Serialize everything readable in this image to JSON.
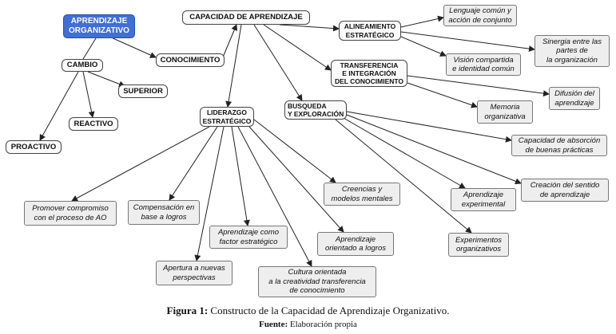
{
  "nodes": {
    "root": "APRENDIZAJE\nORGANIZATIVO",
    "capacidad": "CAPACIDAD DE APRENDIZAJE",
    "cambio": "CAMBIO",
    "superior": "SUPERIOR",
    "reactivo": "REACTIVO",
    "proactivo": "PROACTIVO",
    "conocimiento": "CONOCIMIENTO",
    "alineamiento": "ALINEAMIENTO\nESTRATÉGICO",
    "transferencia": "TRANSFERENCIA\nE INTEGRACIÓN\nDEL CONOCIMIENTO",
    "liderazgo": "LIDERAZGO\nESTRATÉGICO",
    "busqueda": "BUSQUEDA\nY EXPLORACIÓN",
    "lenguaje": "Lenguaje común y\nacción de conjunto",
    "sinergia": "Sinergia entre las\npartes de\nla organización",
    "vision": "Visión compartida\ne identidad común",
    "difusion": "Difusión del\naprendizaje",
    "memoria": "Memoria\norganizativa",
    "absorcion": "Capacidad de absorción\nde buenas prácticas",
    "creacion": "Creación del sentido\nde aprendizaje",
    "experimental": "Aprendizaje\nexperimental",
    "experimentos": "Experimentos\norganizativos",
    "creencias": "Creencias y\nmodelos mentales",
    "orientado": "Aprendizaje\norientado a logros",
    "cultura": "Cultura orientada\na la creatividad transferencia\nde conocimiento",
    "factor": "Aprendizaje como\nfactor estratégico",
    "apertura": "Apertura a nuevas\nperspectivas",
    "compensacion": "Compensación en\nbase a logros",
    "promover": "Promover compromiso\ncon el proceso de AO"
  },
  "caption": {
    "label": "Figura 1:",
    "text": "Constructo de la Capacidad de Aprendizaje Organizativo."
  },
  "source": {
    "label": "Fuente:",
    "text": "Elaboración propia"
  },
  "colors": {
    "root_fill": "#3f6fd8",
    "line": "#222222"
  }
}
